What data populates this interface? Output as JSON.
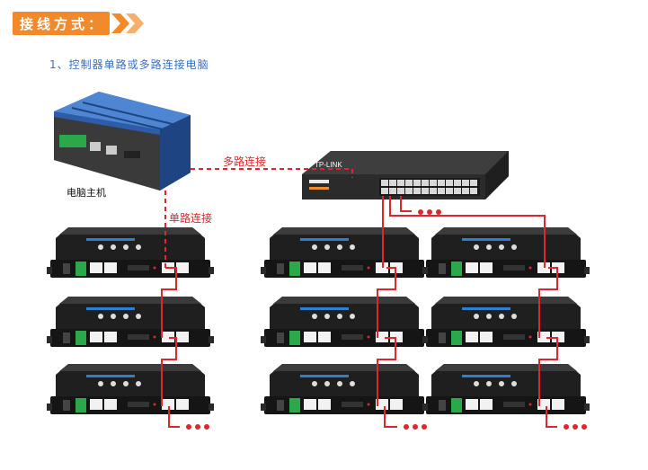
{
  "header": {
    "title": "接线方式："
  },
  "step": {
    "text": "1、控制器单路或多路连接电脑"
  },
  "labels": {
    "computer": "电脑主机",
    "multi_path": "多路连接",
    "single_path": "单路连接"
  },
  "switch": {
    "brand": "TP-LINK"
  },
  "colors": {
    "accent": "#f08a2a",
    "cable": "#e0262c",
    "step_text": "#3a6fc0",
    "device_body": "#1c1c1c",
    "computer_body": "#2d5da8"
  },
  "icons": [
    "chevron-right-icon",
    "computer-case",
    "network-switch",
    "controller-box",
    "ethernet-port",
    "continuation-dots"
  ]
}
